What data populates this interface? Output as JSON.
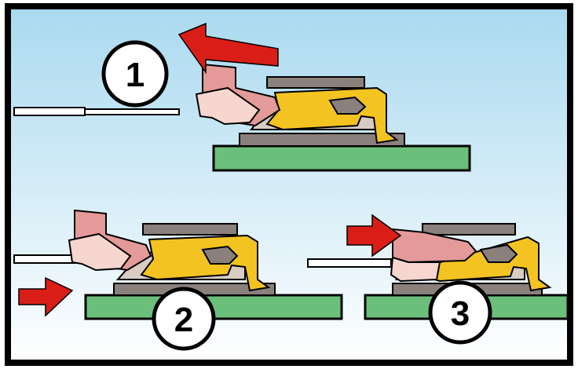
{
  "steps": [
    {
      "label": "1"
    },
    {
      "label": "2"
    },
    {
      "label": "3"
    }
  ],
  "colors": {
    "frame": "#000000",
    "sky_top": "#a9d9ef",
    "sky_bottom": "#ffffff",
    "pcb": "#6bbf7a",
    "contact": "#f3c322",
    "housing_gray": "#8a807c",
    "housing_light": "#d9ccc4",
    "actuator_dark": "#e39a98",
    "actuator_light": "#f6d6cf",
    "arrow": "#d91e18",
    "cable": "#ffffff"
  },
  "icons": {
    "step1_arrow": "arrow-left-icon",
    "step2_arrow": "arrow-right-icon",
    "step3_arrow": "arrow-right-icon"
  }
}
